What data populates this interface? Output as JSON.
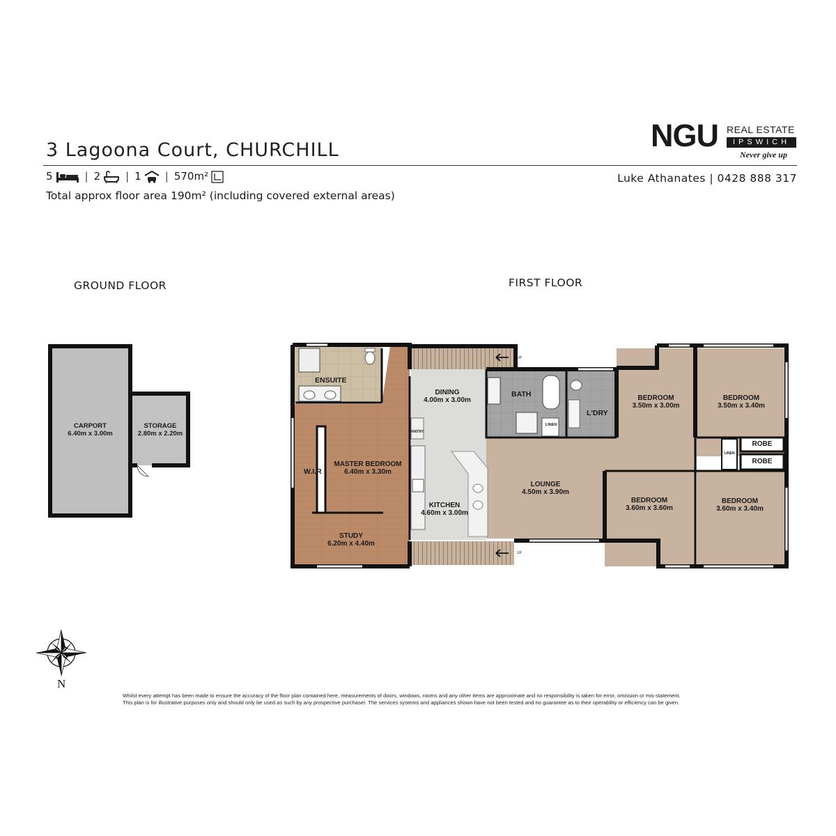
{
  "header": {
    "address": "3 Lagoona Court, CHURCHILL",
    "stats": {
      "beds": "5",
      "baths": "2",
      "cars": "1",
      "land": "570m²"
    },
    "area_note": "Total approx floor area 190m² (including covered external areas)",
    "agent": "Luke Athanates | 0428 888 317"
  },
  "logo": {
    "brand": "NGU",
    "line1": "REAL ESTATE",
    "line2": "IPSWICH",
    "tagline": "Never give up"
  },
  "floors": {
    "ground": "GROUND FLOOR",
    "first": "FIRST FLOOR"
  },
  "rooms": {
    "carport": {
      "name": "CARPORT",
      "size": "6.40m  x 3.00m"
    },
    "storage": {
      "name": "STORAGE",
      "size": "2.80m  x 2.20m"
    },
    "ensuite": {
      "name": "ENSUITE"
    },
    "wir": {
      "name": "W.I.R"
    },
    "master": {
      "name": "MASTER BEDROOM",
      "size": "6.40m  x 3.30m"
    },
    "study": {
      "name": "STUDY",
      "size": "6.20m  x 4.40m"
    },
    "dining": {
      "name": "DINING",
      "size": "4.00m  x 3.00m"
    },
    "kitchen": {
      "name": "KITCHEN",
      "size": "4.60m  x 3.00m"
    },
    "pantry": {
      "name": "PANTRY"
    },
    "bath": {
      "name": "BATH"
    },
    "linen1": {
      "name": "LINEN"
    },
    "laundry": {
      "name": "L'DRY"
    },
    "lounge": {
      "name": "LOUNGE",
      "size": "4.50m  x 3.90m"
    },
    "bed2": {
      "name": "BEDROOM",
      "size": "3.50m  x 3.00m"
    },
    "bed3": {
      "name": "BEDROOM",
      "size": "3.50m  x 3.40m"
    },
    "bed4": {
      "name": "BEDROOM",
      "size": "3.60m  x 3.60m"
    },
    "bed5": {
      "name": "BEDROOM",
      "size": "3.60m  x 3.40m"
    },
    "robe1": {
      "name": "ROBE"
    },
    "robe2": {
      "name": "ROBE"
    },
    "linen2": {
      "name": "LINEN"
    },
    "up1": "UP",
    "up2": "UP"
  },
  "compass": {
    "north": "N"
  },
  "disclaimer": {
    "line1": "Whilst every attempt has been made to ensure the accuracy of the floor plan contained here, measurements of doors, windows, rooms and any other items are approximate and no responsibility is taken for error, omission or mis-statement.",
    "line2": "This plan is for illustrative purposes only and should only be used as such by any prospective purchaser. The services systems and appliances shown have not been tested and no guarantee as to their operability or efficiency can be given."
  },
  "colors": {
    "floor_tan": "#c9b5a2",
    "timber": "#b98a6a",
    "tile": "#a9a9a9",
    "concrete": "#bdbdbd",
    "wall": "#111111"
  }
}
